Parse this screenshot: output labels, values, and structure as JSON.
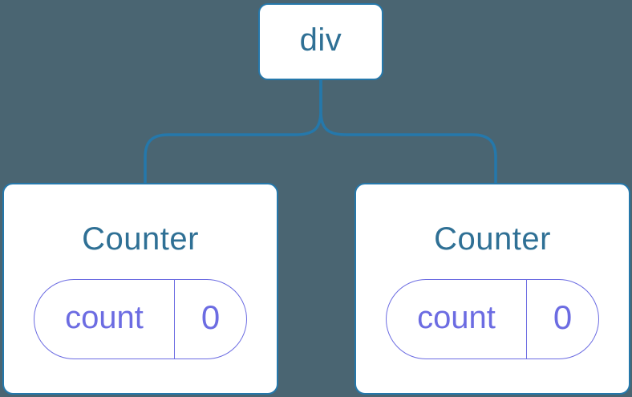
{
  "diagram": {
    "description": "React component tree: a div root rendering two Counter components, each with its own count state",
    "colors": {
      "background": "#4a6572",
      "connector_line": "#2578ab",
      "node_fill": "#ffffff",
      "node_border": "#2578ab",
      "node_text": "#2f7095",
      "state_accent": "#6c6ce2"
    },
    "root": {
      "label": "div"
    },
    "children": [
      {
        "title": "Counter",
        "state": {
          "key": "count",
          "value": "0"
        }
      },
      {
        "title": "Counter",
        "state": {
          "key": "count",
          "value": "0"
        }
      }
    ]
  }
}
